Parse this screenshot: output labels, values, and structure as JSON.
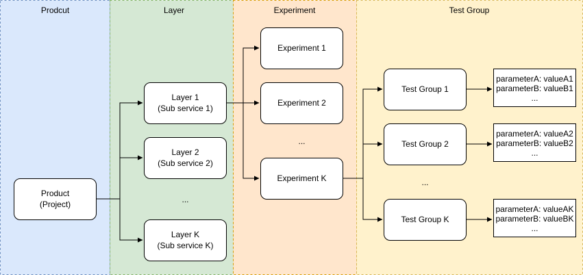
{
  "lanes": [
    {
      "title": "Prodcut",
      "fill": "#dae8fc",
      "stroke": "#6c8ebf"
    },
    {
      "title": "Layer",
      "fill": "#d5e8d4",
      "stroke": "#82b366"
    },
    {
      "title": "Experiment",
      "fill": "#ffe6cc",
      "stroke": "#d79b00"
    },
    {
      "title": "Test Group",
      "fill": "#fff2cc",
      "stroke": "#d6b656"
    }
  ],
  "product": {
    "line1": "Product",
    "line2": "(Project)"
  },
  "layers": [
    {
      "line1": "Layer 1",
      "line2": "(Sub service 1)"
    },
    {
      "line1": "Layer 2",
      "line2": "(Sub service 2)"
    },
    {
      "line1": "Layer K",
      "line2": "(Sub service K)"
    }
  ],
  "layers_ellipsis": "...",
  "experiments": [
    {
      "label": "Experiment 1"
    },
    {
      "label": "Experiment 2"
    },
    {
      "label": "Experiment K"
    }
  ],
  "experiments_ellipsis": "...",
  "test_groups": [
    {
      "label": "Test Group 1",
      "params": [
        "parameterA: valueA1",
        "parameterB: valueB1",
        "..."
      ]
    },
    {
      "label": "Test Group 2",
      "params": [
        "parameterA: valueA2",
        "parameterB: valueB2",
        "..."
      ]
    },
    {
      "label": "Test Group K",
      "params": [
        "parameterA: valueAK",
        "parameterB: valueBK",
        "..."
      ]
    }
  ],
  "test_groups_ellipsis": "..."
}
